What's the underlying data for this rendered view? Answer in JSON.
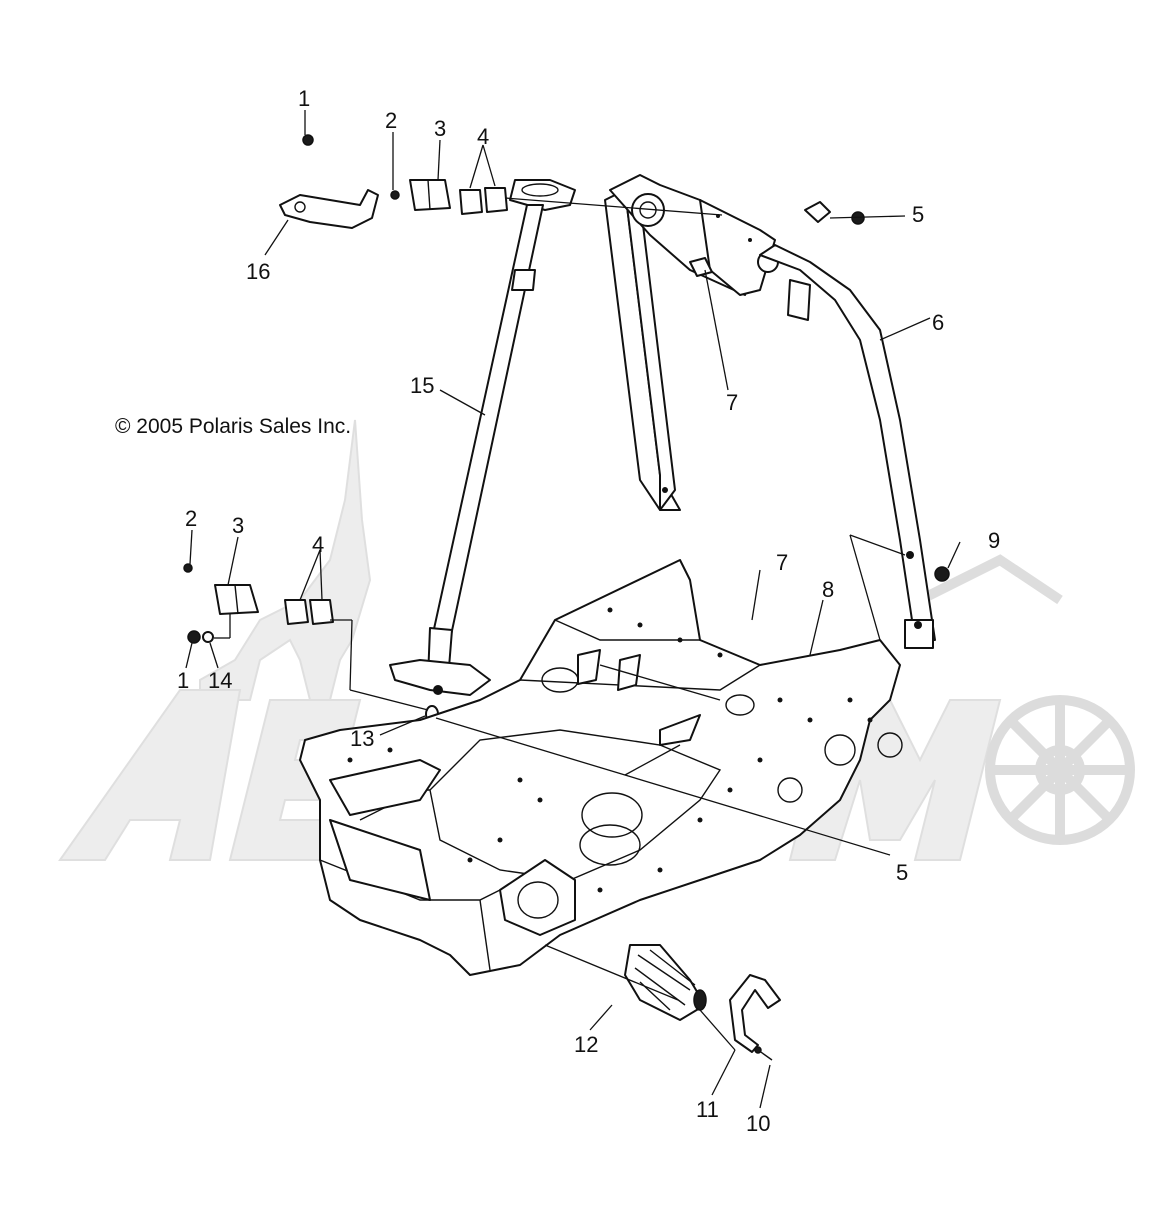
{
  "copyright": "© 2005 Polaris Sales Inc.",
  "callouts": [
    {
      "id": "c1a",
      "label": "1"
    },
    {
      "id": "c2a",
      "label": "2"
    },
    {
      "id": "c3a",
      "label": "3"
    },
    {
      "id": "c4a",
      "label": "4"
    },
    {
      "id": "c5a",
      "label": "5"
    },
    {
      "id": "c6",
      "label": "6"
    },
    {
      "id": "c7a",
      "label": "7"
    },
    {
      "id": "c16",
      "label": "16"
    },
    {
      "id": "c15",
      "label": "15"
    },
    {
      "id": "c9",
      "label": "9"
    },
    {
      "id": "c7b",
      "label": "7"
    },
    {
      "id": "c8",
      "label": "8"
    },
    {
      "id": "c2b",
      "label": "2"
    },
    {
      "id": "c3b",
      "label": "3"
    },
    {
      "id": "c4b",
      "label": "4"
    },
    {
      "id": "c1b",
      "label": "1"
    },
    {
      "id": "c14",
      "label": "14"
    },
    {
      "id": "c13",
      "label": "13"
    },
    {
      "id": "c5b",
      "label": "5"
    },
    {
      "id": "c12",
      "label": "12"
    },
    {
      "id": "c11",
      "label": "11"
    },
    {
      "id": "c10",
      "label": "10"
    }
  ],
  "watermark_icon": "aeromotor-watermark-logo"
}
